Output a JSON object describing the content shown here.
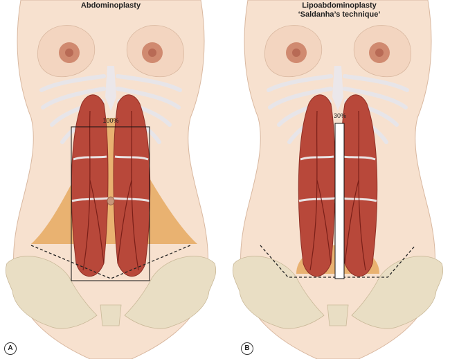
{
  "panels": [
    {
      "label": "A",
      "title": "Abdominoplasty",
      "percent": "100%"
    },
    {
      "label": "B",
      "title": "Lipoabdominoplasty",
      "subtitle": "‘Saldanha’s technique’",
      "percent": "30%"
    }
  ],
  "colors": {
    "skin": "#f7e1cf",
    "muscle": "#b8483a",
    "undermined": "#e6a960",
    "bone": "#e9dec4"
  }
}
